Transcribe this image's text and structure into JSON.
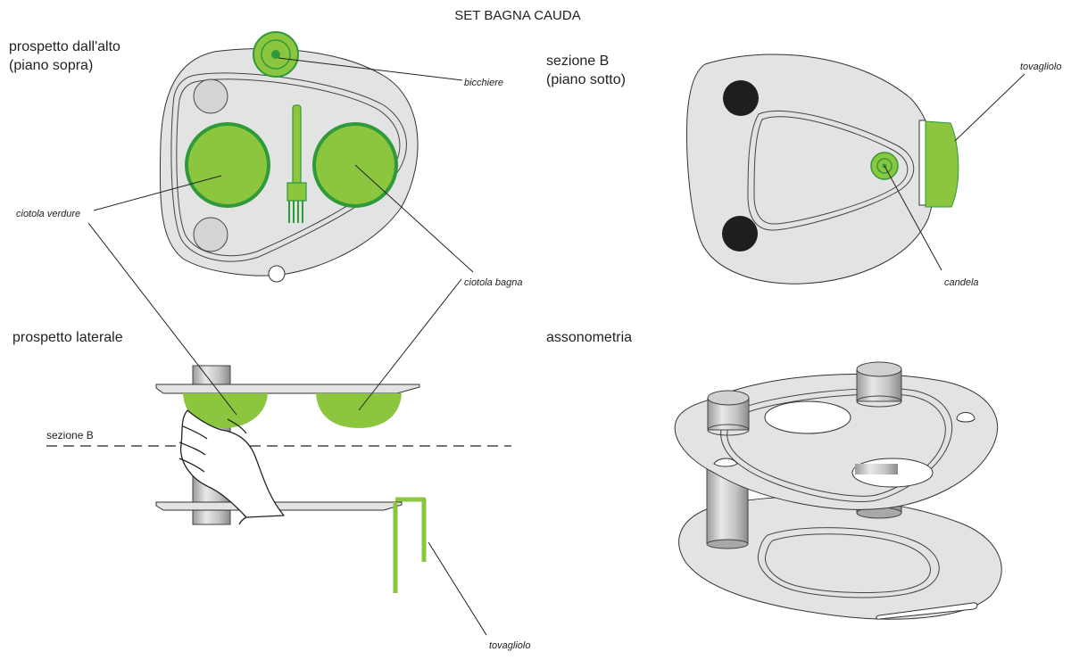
{
  "title": "SET BAGNA CAUDA",
  "views": {
    "top": {
      "line1": "prospetto dall'alto",
      "line2": "(piano sopra)"
    },
    "section": {
      "line1": "sezione B",
      "line2": "(piano sotto)"
    },
    "side": {
      "line1": "prospetto laterale"
    },
    "axo": {
      "line1": "assonometria"
    }
  },
  "labels": {
    "bicchiere": "bicchiere",
    "ciotola_verdure": "ciotola verdure",
    "ciotola_bagna": "ciotola bagna",
    "tovagliolo_top": "tovagliolo",
    "candela": "candela",
    "tovagliolo_side": "tovagliolo",
    "section_line": "sezione B"
  },
  "colors": {
    "tray": "#e3e3e3",
    "outline": "#333333",
    "green": "#8cc63f",
    "green_dark": "#2e9a3a",
    "grey_circle": "#d4d4d4",
    "dark_circle": "#1e1e1e",
    "cylinder": "#bdbdbd"
  }
}
